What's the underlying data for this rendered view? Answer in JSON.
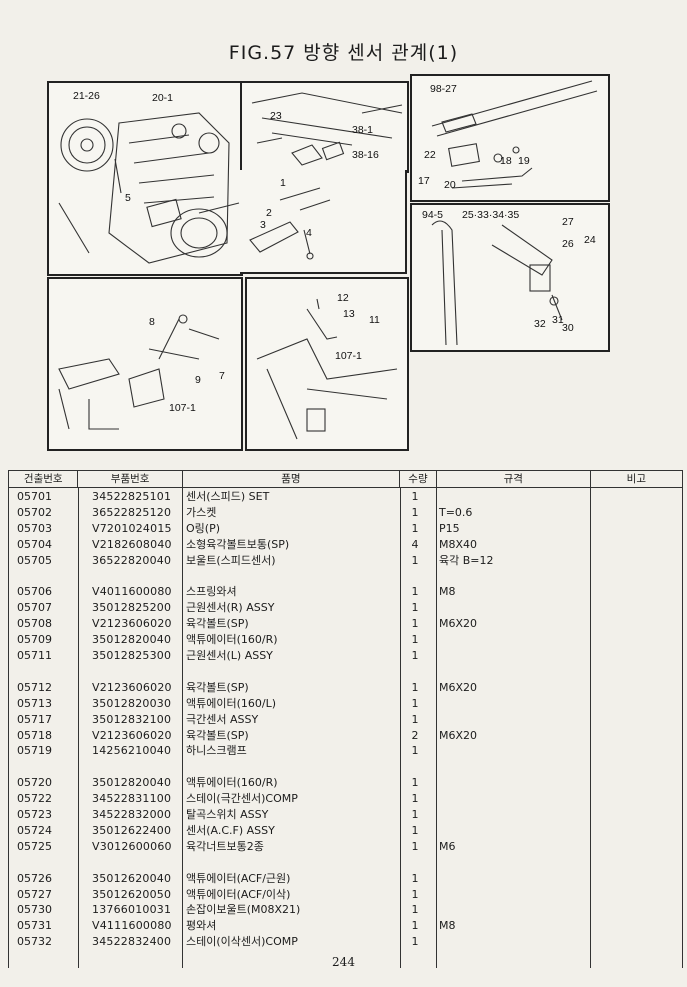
{
  "page": {
    "title": "FIG.57 방향 센서 관계(1)",
    "page_number": "244"
  },
  "diagram": {
    "panel_a": {
      "callouts": [
        "21-26",
        "20-1",
        "1",
        "2",
        "3",
        "4",
        "5"
      ]
    },
    "panel_b": {
      "callouts": [
        "23",
        "38-1",
        "38-16"
      ]
    },
    "panel_c": {
      "callouts": [
        "98-27",
        "22",
        "18",
        "19",
        "17",
        "20"
      ]
    },
    "panel_d": {
      "callouts": [
        "94-5",
        "25·33·34·35",
        "27",
        "26",
        "24",
        "32",
        "31",
        "30"
      ]
    },
    "panel_e": {
      "callouts": [
        "8",
        "9",
        "7",
        "107-1"
      ]
    },
    "panel_f": {
      "callouts": [
        "12",
        "13",
        "11",
        "107-1"
      ]
    }
  },
  "table": {
    "headers": [
      "건출번호",
      "부품번호",
      "품명",
      "수량",
      "규격",
      "비고"
    ],
    "rows": [
      {
        "code": "05701",
        "part": "34522825101",
        "name": "센서(스피드) SET",
        "qty": "1",
        "spec": ""
      },
      {
        "code": "05702",
        "part": "36522825120",
        "name": "가스켓",
        "qty": "1",
        "spec": "T=0.6"
      },
      {
        "code": "05703",
        "part": "V7201024015",
        "name": "O링(P)",
        "qty": "1",
        "spec": "P15"
      },
      {
        "code": "05704",
        "part": "V2182608040",
        "name": "소형육각볼트보통(SP)",
        "qty": "4",
        "spec": "M8X40"
      },
      {
        "code": "05705",
        "part": "36522820040",
        "name": "보울트(스피드센서)",
        "qty": "1",
        "spec": "육각 B=12"
      },
      {
        "code": "05706",
        "part": "V4011600080",
        "name": "스프링와셔",
        "qty": "1",
        "spec": "M8"
      },
      {
        "code": "05707",
        "part": "35012825200",
        "name": "근원센서(R) ASSY",
        "qty": "1",
        "spec": ""
      },
      {
        "code": "05708",
        "part": "V2123606020",
        "name": "육각볼트(SP)",
        "qty": "1",
        "spec": "M6X20"
      },
      {
        "code": "05709",
        "part": "35012820040",
        "name": "액튜에이터(160/R)",
        "qty": "1",
        "spec": ""
      },
      {
        "code": "05711",
        "part": "35012825300",
        "name": "근원센서(L) ASSY",
        "qty": "1",
        "spec": ""
      },
      {
        "code": "05712",
        "part": "V2123606020",
        "name": "육각볼트(SP)",
        "qty": "1",
        "spec": "M6X20"
      },
      {
        "code": "05713",
        "part": "35012820030",
        "name": "액튜에이터(160/L)",
        "qty": "1",
        "spec": ""
      },
      {
        "code": "05717",
        "part": "35012832100",
        "name": "극간센서 ASSY",
        "qty": "1",
        "spec": ""
      },
      {
        "code": "05718",
        "part": "V2123606020",
        "name": "육각볼트(SP)",
        "qty": "2",
        "spec": "M6X20"
      },
      {
        "code": "05719",
        "part": "14256210040",
        "name": "하니스크램프",
        "qty": "1",
        "spec": ""
      },
      {
        "code": "05720",
        "part": "35012820040",
        "name": "액튜에이터(160/R)",
        "qty": "1",
        "spec": ""
      },
      {
        "code": "05722",
        "part": "34522831100",
        "name": "스테이(극간센서)COMP",
        "qty": "1",
        "spec": ""
      },
      {
        "code": "05723",
        "part": "34522832000",
        "name": "탈곡스위치 ASSY",
        "qty": "1",
        "spec": ""
      },
      {
        "code": "05724",
        "part": "35012622400",
        "name": "센서(A.C.F) ASSY",
        "qty": "1",
        "spec": ""
      },
      {
        "code": "05725",
        "part": "V3012600060",
        "name": "육각너트보통2종",
        "qty": "1",
        "spec": "M6"
      },
      {
        "code": "05726",
        "part": "35012620040",
        "name": "액튜에이터(ACF/근원)",
        "qty": "1",
        "spec": ""
      },
      {
        "code": "05727",
        "part": "35012620050",
        "name": "액튜에이터(ACF/이삭)",
        "qty": "1",
        "spec": ""
      },
      {
        "code": "05730",
        "part": "13766010031",
        "name": "손잡이보울트(M08X21)",
        "qty": "1",
        "spec": ""
      },
      {
        "code": "05731",
        "part": "V4111600080",
        "name": "평와셔",
        "qty": "1",
        "spec": "M8"
      },
      {
        "code": "05732",
        "part": "34522832400",
        "name": "스테이(이삭센서)COMP",
        "qty": "1",
        "spec": ""
      }
    ]
  }
}
